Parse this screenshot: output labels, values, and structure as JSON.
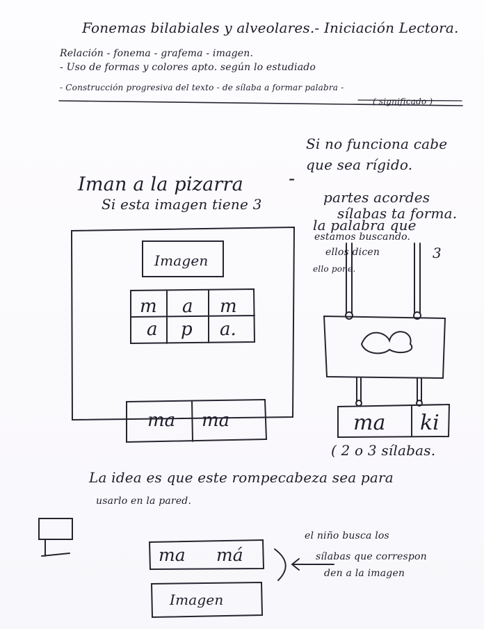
{
  "notes": {
    "title": "Fonemas bilabiales y alveolares.- Iniciación Lectora.",
    "line1": "Relación - fonema - grafema - imagen.",
    "line2": "- Uso de formas y colores apto. según lo estudiado",
    "line3": "- Construcción progresiva del texto - de sílaba a formar palabra -",
    "line3b": "( significado )",
    "right1": "Si no funciona cabe",
    "right2": "que sea rígido.",
    "iman": "Iman a la pizarra",
    "dash": "-",
    "si_imagen": "Si esta imagen tiene 3",
    "partes1": "partes acordes",
    "partes2": "sílabas ta forma.",
    "palabra": "la palabra que",
    "estamos": "estamos buscando.",
    "ellos": "ellos dicen",
    "tres": "3",
    "ellepone": "ello pone.",
    "board_imagen": "Imagen",
    "grid_row1": [
      "m",
      "a",
      "m"
    ],
    "grid_row2": [
      "a",
      "p",
      "a."
    ],
    "ma_left": "ma",
    "ma_right": "ma",
    "maki_left": "ma",
    "maki_right": "ki",
    "silabas": "( 2 o 3 sílabas.",
    "idea1": "La idea es que este rompecabeza sea para",
    "idea2": "usarlo en la pared.",
    "bottom_ma1": "ma",
    "bottom_ma2": "má",
    "bottom_imagen": "Imagen",
    "nino1": "el niño busca los",
    "nino2": "sílabas que correspon",
    "nino3": "den a la imagen"
  }
}
